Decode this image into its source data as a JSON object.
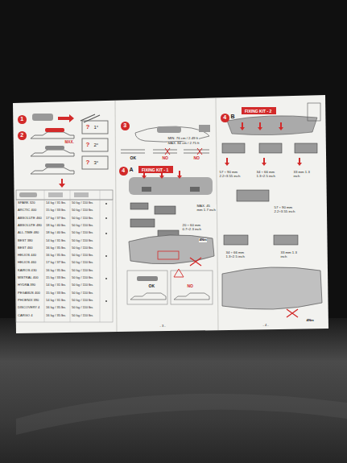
{
  "diagram": {
    "nodes": [
      {
        "text": [
          "FIXING KIT - 1"
        ]
      },
      {
        "text": [
          "FIXING KIT - 2"
        ]
      }
    ],
    "labels": [
      "1",
      "2",
      "?",
      "1°",
      "?",
      "2°",
      "MAX.",
      "?",
      "3°",
      "3",
      "MIN. 76 cm / 2.49 ft",
      "MAX. 84 cm / 2.75 ft",
      "OK",
      "NO",
      "NO",
      "4",
      "A",
      "MAX. 45 mm 1.7 inch",
      "20 ÷ 60 mm 0.7÷2.3 inch",
      "4Nm",
      "OK",
      "NO",
      "4",
      "B",
      "57 ÷ 90 mm 2.2÷3.55 inch",
      "34 ÷ 66 mm 1.3÷2.5 inch",
      "33 mm 1.3 inch",
      "57 ÷ 90 mm 2.2÷3.55 inch",
      "34 ÷ 66 mm 1.3÷2.5 inch",
      "33 mm 1.3 inch",
      "4Nm",
      "- 3 -",
      "- 4 -",
      "SPARK 320",
      "14 kg / 31 lbs",
      "50 kg / 110 lbs",
      "ARCTIC 400",
      "15 kg / 33 lbs",
      "50 kg / 110 lbs",
      "ABSOLUTE 460",
      "17 kg / 37 lbs",
      "50 kg / 110 lbs",
      "ABSOLUTE 480",
      "18 kg / 40 lbs",
      "50 kg / 110 lbs",
      "ALL-TIME 480",
      "18 kg / 40 lbs",
      "50 kg / 110 lbs",
      "BEST 380",
      "14 kg / 31 lbs",
      "50 kg / 110 lbs",
      "BEST 460",
      "16 kg / 35 lbs",
      "50 kg / 110 lbs",
      "HELIOS 440",
      "16 kg / 35 lbs",
      "50 kg / 110 lbs",
      "HELIOS 460",
      "17 kg / 37 lbs",
      "50 kg / 110 lbs",
      "KAIROS 430",
      "16 kg / 35 lbs",
      "50 kg / 110 lbs",
      "MISTRAL 400",
      "15 kg / 33 lbs",
      "50 kg / 110 lbs",
      "HYDRA 390",
      "14 kg / 31 lbs",
      "50 kg / 110 lbs",
      "PEGASUS 400",
      "15 kg / 33 lbs",
      "50 kg / 110 lbs",
      "PHOENIX 390",
      "14 kg / 31 lbs",
      "50 kg / 110 lbs",
      "DISCOVERY 4",
      "16 kg / 35 lbs",
      "50 kg / 110 lbs",
      "CARGO 4",
      "16 kg / 35 lbs",
      "50 kg / 110 lbs"
    ]
  }
}
